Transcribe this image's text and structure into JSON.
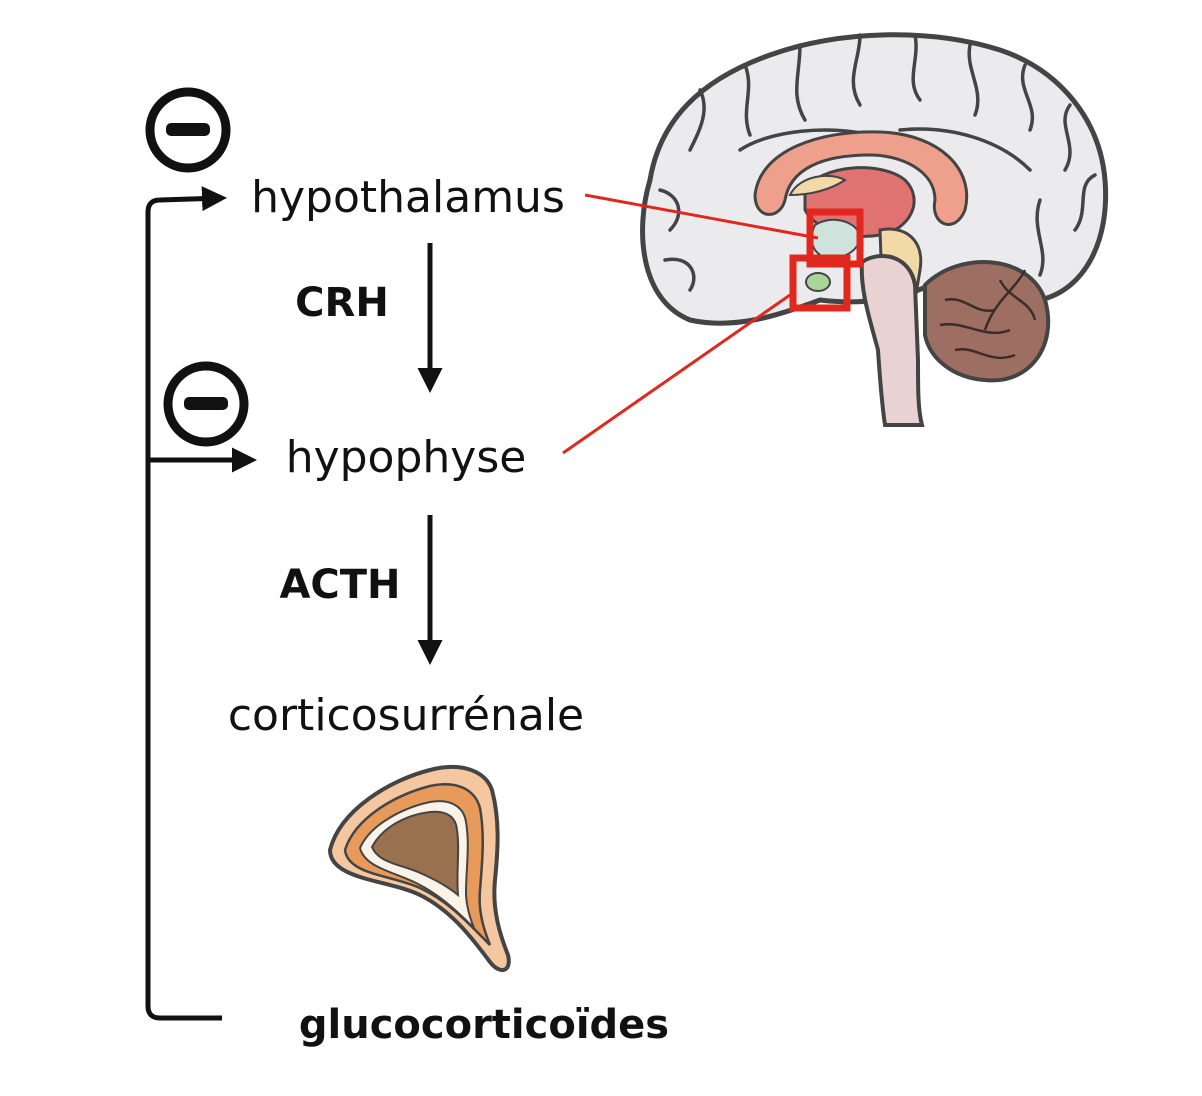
{
  "nodes": {
    "hypothalamus": "hypothalamus",
    "hypophyse": "hypophyse",
    "corticosurrenale": "corticosurrénale",
    "glucocorticoides": "glucocorticoïdes"
  },
  "hormones": {
    "crh": "CRH",
    "acth": "ACTH"
  },
  "feedback": {
    "symbol": "minus",
    "count": 2
  },
  "colors": {
    "ink": "#111111",
    "highlight": "#e0281e"
  },
  "illustrations": {
    "brain": "brain-sagittal-section",
    "gland": "adrenal-gland"
  }
}
